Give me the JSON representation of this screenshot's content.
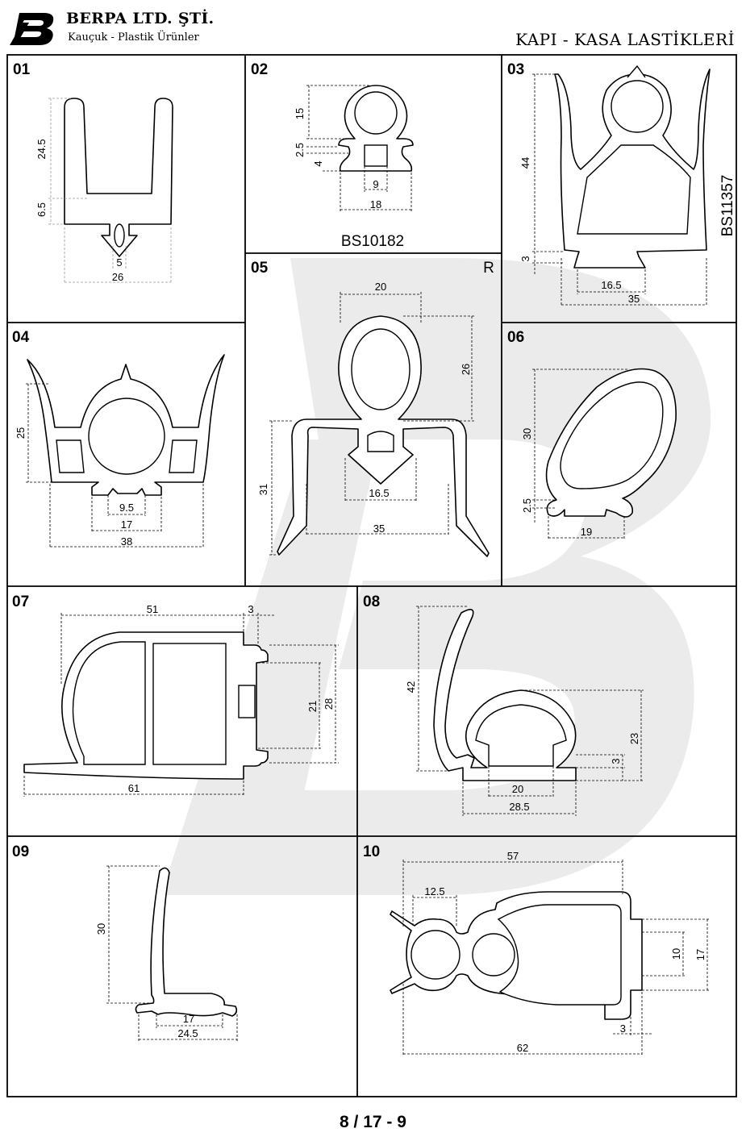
{
  "header": {
    "company_name": "BERPA LTD. ŞTİ.",
    "company_subtitle": "Kauçuk - Plastik Ürünler",
    "document_title": "KAPI - KASA LASTİKLERİ",
    "logo_icon": "berpa-logo-icon"
  },
  "colors": {
    "line": "#000000",
    "dimension_gray": "#999999",
    "watermark": "#e6e6e6"
  },
  "profiles": [
    {
      "id": "01",
      "dimensions": [
        "24.5",
        "6.5",
        "5",
        "26"
      ]
    },
    {
      "id": "02",
      "dimensions": [
        "15",
        "2.5",
        "4",
        "9",
        "18"
      ],
      "code": "BS10182"
    },
    {
      "id": "03",
      "dimensions": [
        "44",
        "3",
        "16.5",
        "35"
      ],
      "code": "BS11357"
    },
    {
      "id": "04",
      "dimensions": [
        "25",
        "9.5",
        "17",
        "38"
      ]
    },
    {
      "id": "05",
      "dimensions": [
        "20",
        "26",
        "31",
        "16.5",
        "35"
      ],
      "mark": "R"
    },
    {
      "id": "06",
      "dimensions": [
        "30",
        "2.5",
        "19"
      ]
    },
    {
      "id": "07",
      "dimensions": [
        "51",
        "3",
        "21",
        "28",
        "61"
      ]
    },
    {
      "id": "08",
      "dimensions": [
        "42",
        "23",
        "3",
        "20",
        "28.5"
      ]
    },
    {
      "id": "09",
      "dimensions": [
        "30",
        "17",
        "24.5"
      ]
    },
    {
      "id": "10",
      "dimensions": [
        "57",
        "12.5",
        "10",
        "17",
        "3",
        "62"
      ]
    }
  ],
  "page_number": "8 / 17 - 9"
}
